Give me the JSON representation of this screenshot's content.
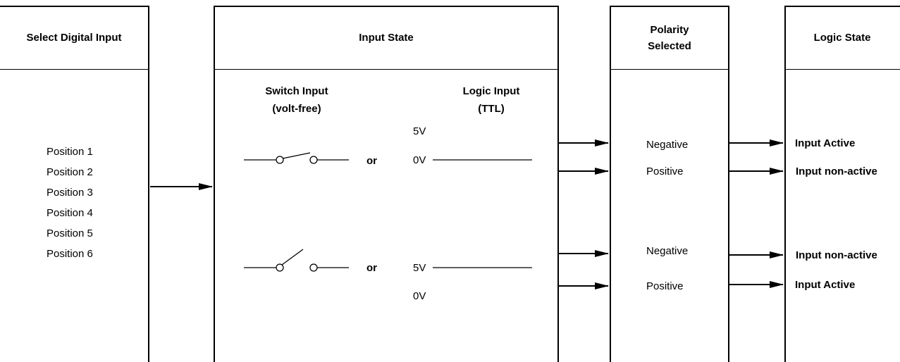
{
  "columns": {
    "select": "Select Digital Input",
    "input_state": "Input State",
    "polarity": "Polarity\nSelected",
    "logic_state": "Logic State"
  },
  "positions": [
    "Position 1",
    "Position 2",
    "Position 3",
    "Position 4",
    "Position 5",
    "Position 6"
  ],
  "input_state": {
    "switch_input": "Switch Input\n(volt-free)",
    "logic_input": "Logic Input\n(TTL)",
    "or_label": "or",
    "v5": "5V",
    "v0": "0V"
  },
  "polarity_options": {
    "negative": "Negative",
    "positive": "Positive"
  },
  "logic_results": {
    "active": "Input Active",
    "non_active": "Input non-active"
  }
}
